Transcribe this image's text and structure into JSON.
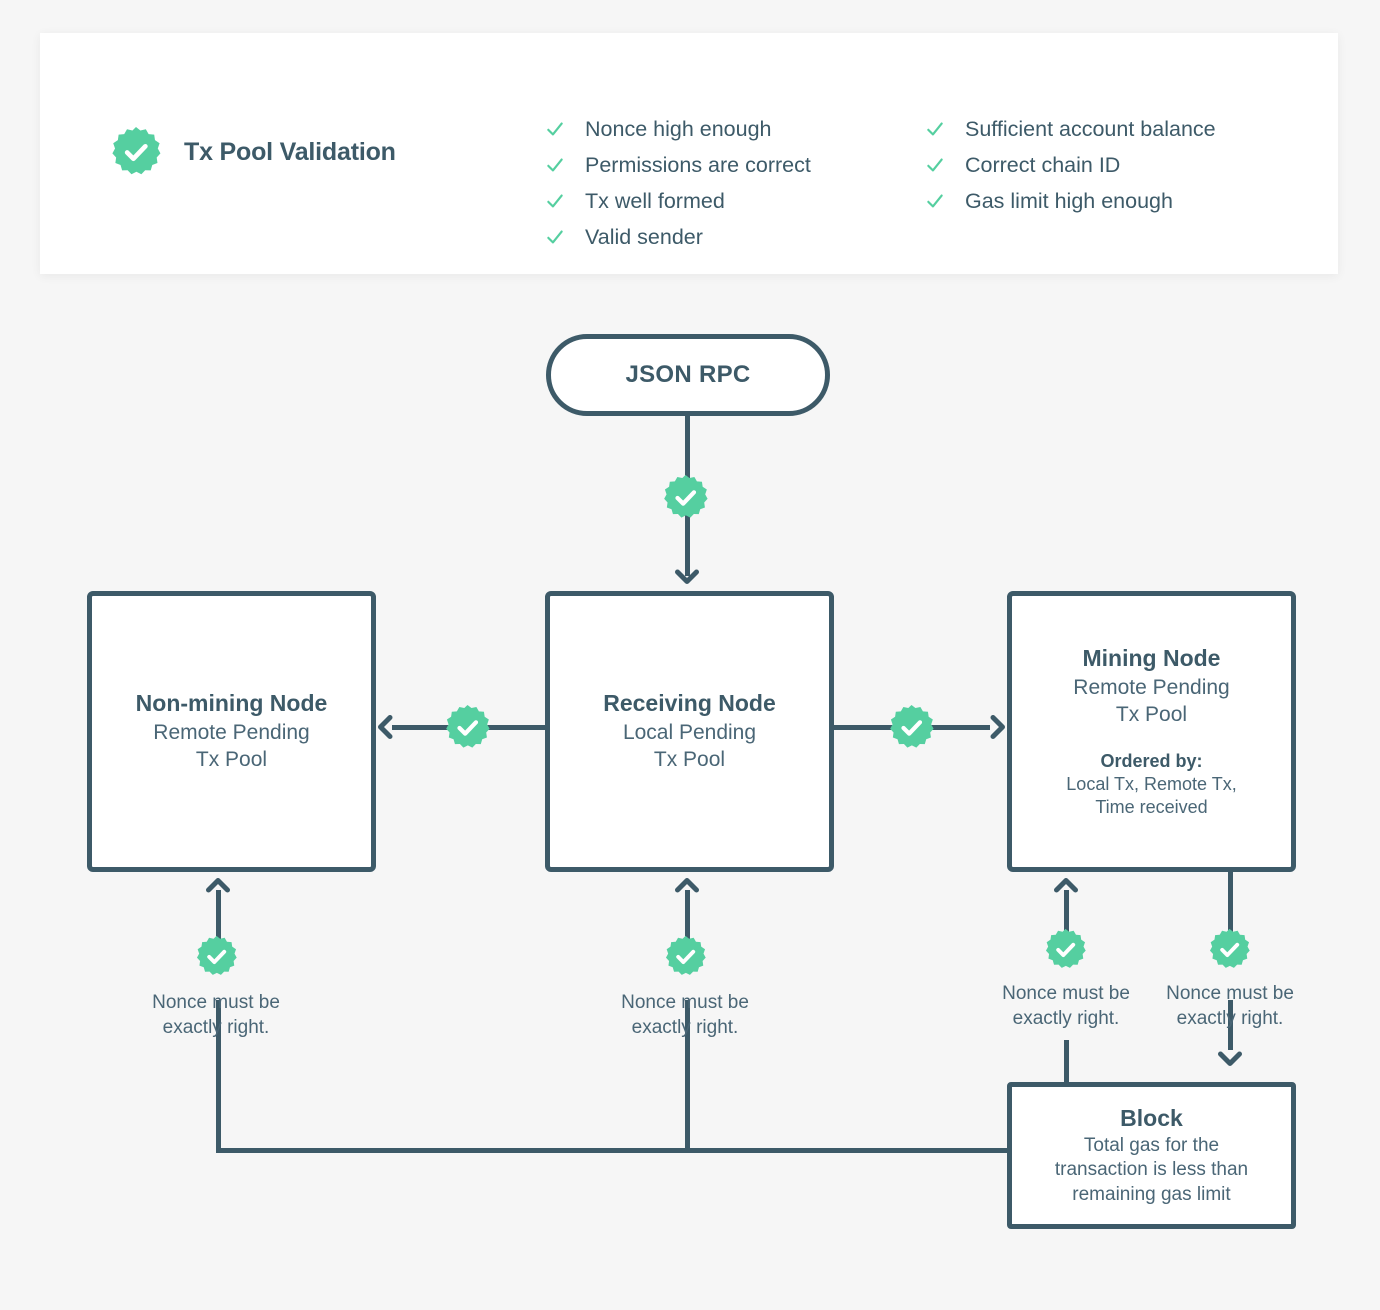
{
  "colors": {
    "background": "#f6f6f6",
    "panel": "#ffffff",
    "navy": "#3d5a68",
    "green": "#55cfa0",
    "text_muted": "#4a6676"
  },
  "validation": {
    "title": "Tx Pool Validation",
    "badge_icon": "verified-check-badge-icon",
    "column_left": [
      "Nonce high enough",
      "Permissions are correct",
      "Tx well formed",
      "Valid sender"
    ],
    "column_right": [
      "Sufficient account balance",
      "Correct chain ID",
      "Gas limit high enough"
    ]
  },
  "flow": {
    "json_rpc": {
      "title": "JSON RPC"
    },
    "non_mining_node": {
      "title": "Non-mining Node",
      "subtitle": "Remote Pending\nTx Pool"
    },
    "receiving_node": {
      "title": "Receiving Node",
      "subtitle": "Local Pending\nTx Pool"
    },
    "mining_node": {
      "title": "Mining Node",
      "subtitle": "Remote Pending\nTx Pool",
      "ordered_by_label": "Ordered by:",
      "ordered_by_text": "Local Tx, Remote Tx,\nTime received"
    },
    "block": {
      "title": "Block",
      "subtitle": "Total gas for the\ntransaction is less than\nremaining gas limit"
    },
    "captions": {
      "nonce_nonmining": "Nonce must be\nexactly right.",
      "nonce_receiving": "Nonce must be\nexactly right.",
      "nonce_mining_left": "Nonce must be\nexactly right.",
      "nonce_mining_right": "Nonce must be\nexactly right."
    },
    "edge_badges": [
      "validation-badge-rpc-to-receiving",
      "validation-badge-receiving-to-nonmining",
      "validation-badge-receiving-to-mining",
      "validation-badge-block-to-nonmining",
      "validation-badge-block-to-receiving",
      "validation-badge-block-to-mining",
      "validation-badge-mining-to-block"
    ]
  }
}
